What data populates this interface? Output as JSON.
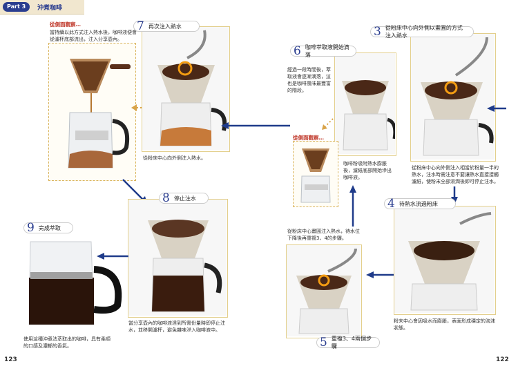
{
  "header": {
    "part_badge": "Part 3",
    "title": "沖煮咖啡"
  },
  "page_left": "123",
  "page_right": "122",
  "note_left": {
    "title": "從側面觀察…",
    "text": "當持續以此方式注入熱水後，咖啡液便會從濾杯底部流出，注入分享壺內。"
  },
  "note_right": {
    "title": "從側面觀察…",
    "text": "咖啡粉吸附熱水膨脹後，濾紙底部開始滲出咖啡液。"
  },
  "steps": [
    {
      "num": "3",
      "label": "從粉床中心向外側以畫圓的方式注入熱水",
      "caption": "從粉床中心向外側注入相當於粉量一半的熱水，注水時需注意不要讓熱水直接接觸濾紙，使粉末全部濕潤後即可停止注水。"
    },
    {
      "num": "4",
      "label": "待熱水流過粉床",
      "caption": "粉末中心會因吸水而膨脹，表面形成穩定的泡沫狀態。"
    },
    {
      "num": "5",
      "label": "重複3、4兩個步驟",
      "caption": "從粉床中心畫圓注入熱水，待水位下降後再重複3、4的步驟。"
    },
    {
      "num": "6",
      "label": "咖啡萃取液開始滴落",
      "caption": "經過一段時間後，萃取液會逐漸滴落，這也是咖啡風味最豐富的階段。"
    },
    {
      "num": "7",
      "label": "再次注入熱水",
      "caption": "從粉床中心向外側注入熱水。"
    },
    {
      "num": "8",
      "label": "停止注水",
      "caption": "當分享壺內的咖啡液達到所需份量時即停止注水，並移開濾杯，避免雜味滲入咖啡液中。"
    },
    {
      "num": "9",
      "label": "完成萃取",
      "caption": "使用這種沖煮法萃取出的咖啡，具有柔順的口感及濃郁的香氣。"
    }
  ]
}
